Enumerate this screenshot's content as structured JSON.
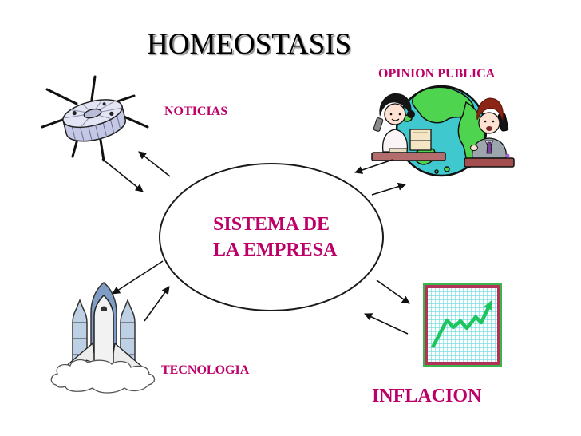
{
  "slide": {
    "title": "HOMEOSTASIS",
    "central_node": {
      "line1": "SISTEMA DE",
      "line2": "LA EMPRESA"
    },
    "factors": [
      {
        "id": "noticias",
        "label": "NOTICIAS",
        "icon": "satellite-icon",
        "position": "top-left",
        "arrows": "bidirectional"
      },
      {
        "id": "opinion-publica",
        "label": "OPINION PUBLICA",
        "icon": "news-anchors-globe-icon",
        "position": "top-right",
        "arrows": "bidirectional"
      },
      {
        "id": "tecnologia",
        "label": "TECNOLOGIA",
        "icon": "space-shuttle-icon",
        "position": "bottom-left",
        "arrows": "bidirectional"
      },
      {
        "id": "inflacion",
        "label": "INFLACION",
        "icon": "inflation-chart-icon",
        "position": "bottom-right",
        "arrows": "bidirectional"
      }
    ],
    "colors": {
      "background": "#FFFFFF",
      "label_text": "#BD0068",
      "title_text": "#000000",
      "title_shadow": "#8F8F8F",
      "arrow": "#111111",
      "ellipse_border": "#1A1A1A",
      "globe_ocean": "#3FC9CE",
      "globe_land": "#4FD44F",
      "satellite_body": "#C5C8E5",
      "shuttle_tank": "#7E9CC4",
      "shuttle_booster": "#BED0E3",
      "chart_border_outer": "#3CB44B",
      "chart_border_inner": "#AF3457",
      "chart_grid": "#62D9DE",
      "chart_line": "#1EC45E"
    },
    "inflation_chart": {
      "type": "line",
      "description": "rising zigzag trend line with arrowhead on cyan graph paper",
      "trend": "up"
    }
  }
}
